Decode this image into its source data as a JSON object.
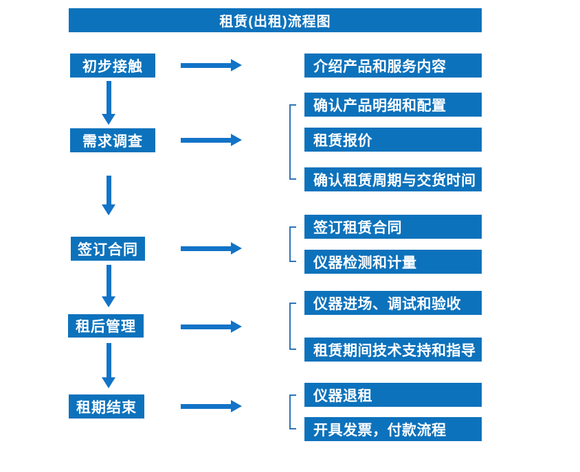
{
  "title": "租赁(出租)流程图",
  "colors": {
    "box_blue": "#0d72bc",
    "arrow_blue": "#1273c7",
    "bracket_blue": "#2e74b5",
    "text_white": "#ffffff",
    "background": "#ffffff"
  },
  "stages": [
    {
      "label": "初步接触"
    },
    {
      "label": "需求调查"
    },
    {
      "label": "签订合同"
    },
    {
      "label": "租后管理"
    },
    {
      "label": "租期结束"
    }
  ],
  "details": [
    {
      "label": "介绍产品和服务内容"
    },
    {
      "label": "确认产品明细和配置"
    },
    {
      "label": "租赁报价"
    },
    {
      "label": "确认租赁周期与交货时间"
    },
    {
      "label": "签订租赁合同"
    },
    {
      "label": "仪器检测和计量"
    },
    {
      "label": "仪器进场、调试和验收"
    },
    {
      "label": "租赁期间技术支持和指导"
    },
    {
      "label": "仪器退租"
    },
    {
      "label": "开具发票，付款流程"
    }
  ],
  "connections": [
    {
      "from": "初步接触",
      "to": [
        "介绍产品和服务内容"
      ]
    },
    {
      "from": "需求调查",
      "to": [
        "确认产品明细和配置",
        "租赁报价",
        "确认租赁周期与交货时间"
      ]
    },
    {
      "from": "签订合同",
      "to": [
        "签订租赁合同",
        "仪器检测和计量"
      ]
    },
    {
      "from": "租后管理",
      "to": [
        "仪器进场、调试和验收",
        "租赁期间技术支持和指导"
      ]
    },
    {
      "from": "租期结束",
      "to": [
        "仪器退租",
        "开具发票，付款流程"
      ]
    }
  ],
  "flow_order": [
    "初步接触",
    "需求调查",
    "签订合同",
    "租后管理",
    "租期结束"
  ]
}
